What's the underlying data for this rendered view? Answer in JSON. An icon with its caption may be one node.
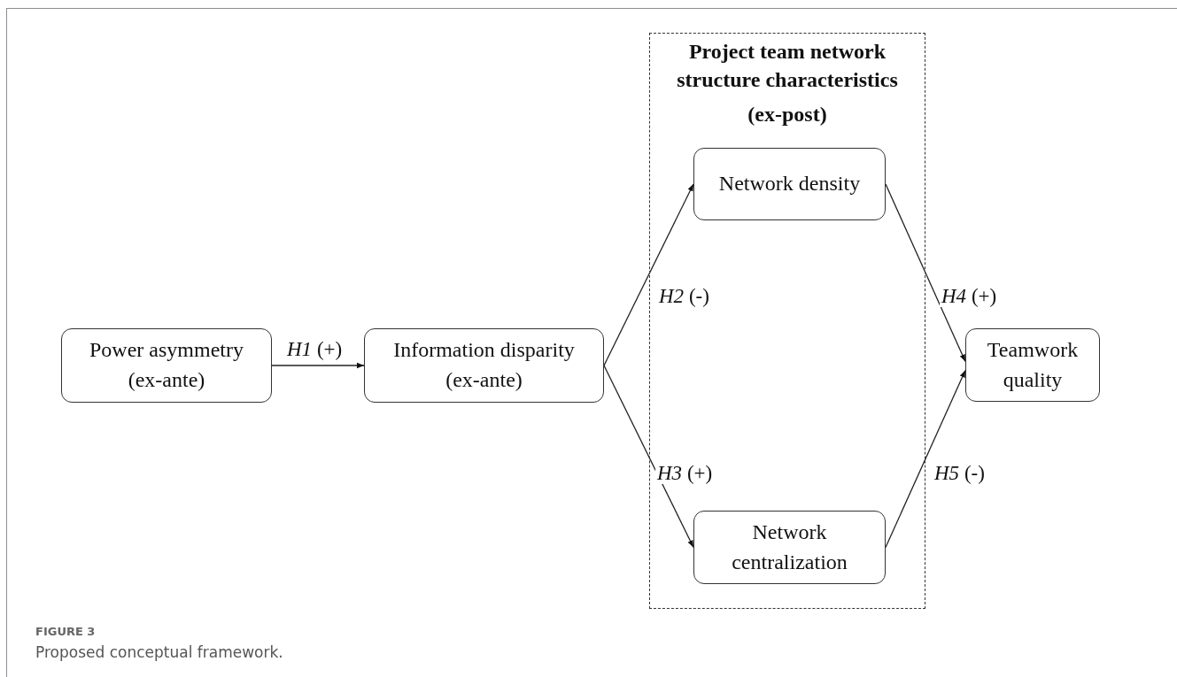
{
  "diagram": {
    "caption": "Proposed conceptual framework.",
    "nodes": [
      {
        "text": [
          "Power asymmetry (ex-ante)"
        ]
      },
      {
        "text": [
          "Information disparity (ex-ante)"
        ]
      },
      {
        "text": [
          "Project team network structure characteristics",
          "(ex-post)"
        ]
      },
      {
        "text": [
          "Network density"
        ],
        "in": 2
      },
      {
        "text": [
          "Network centralization"
        ],
        "in": 2
      },
      {
        "text": [
          "Teamwork quality"
        ]
      }
    ],
    "edges": [
      {
        "from": 0,
        "to": 1,
        "arrow": "to",
        "label": "*H1* (+)"
      },
      {
        "from": 1,
        "to": 3,
        "arrow": "to",
        "label": "*H2* (-)"
      },
      {
        "from": 1,
        "to": 4,
        "arrow": "to",
        "label": "*H3* (+)"
      },
      {
        "from": 3,
        "to": 5,
        "arrow": "to",
        "label": "*H4* (+)"
      },
      {
        "from": 4,
        "to": 5,
        "arrow": "to",
        "label": "*H5* (-)"
      }
    ],
    "labels": [
      "FIGURE 3"
    ]
  }
}
